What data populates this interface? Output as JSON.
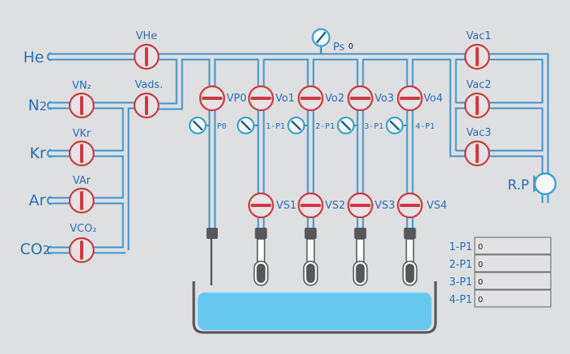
{
  "colors": {
    "pipe": "#3c93c9",
    "valve": "#d2373a",
    "text": "#2a6fb3",
    "liquid": "#66c7ef",
    "background": "#dedfe1"
  },
  "gases": [
    {
      "id": "he",
      "label": "He",
      "valve": "VHe",
      "state": "open"
    },
    {
      "id": "n2",
      "label": "N2",
      "valve": "VN₂",
      "state": "open"
    },
    {
      "id": "kr",
      "label": "Kr",
      "valve": "VKr",
      "state": "open"
    },
    {
      "id": "ar",
      "label": "Ar",
      "valve": "VAr",
      "state": "open"
    },
    {
      "id": "co2",
      "label": "CO2",
      "valve": "VCO₂",
      "state": "open"
    }
  ],
  "vads": {
    "label": "Vads.",
    "state": "open"
  },
  "ps_gauge": {
    "label": "Ps",
    "value": "0"
  },
  "branch_valves": [
    {
      "label": "VP0",
      "state": "closed"
    },
    {
      "label": "Vo1",
      "state": "closed"
    },
    {
      "label": "Vo2",
      "state": "closed"
    },
    {
      "label": "Vo3",
      "state": "closed"
    },
    {
      "label": "Vo4",
      "state": "closed"
    }
  ],
  "branch_gauges": [
    {
      "label": "P0"
    },
    {
      "label": "1-P1"
    },
    {
      "label": "2-P1"
    },
    {
      "label": "3-P1"
    },
    {
      "label": "4-P1"
    }
  ],
  "sample_valves": [
    {
      "label": "VS1",
      "state": "closed"
    },
    {
      "label": "VS2",
      "state": "closed"
    },
    {
      "label": "VS3",
      "state": "closed"
    },
    {
      "label": "VS4",
      "state": "closed"
    }
  ],
  "vacuum_valves": [
    {
      "label": "Vac1",
      "state": "open"
    },
    {
      "label": "Vac2",
      "state": "open"
    },
    {
      "label": "Vac3",
      "state": "open"
    }
  ],
  "pump": {
    "label": "R.P"
  },
  "readouts": [
    {
      "label": "1-P1",
      "value": "0"
    },
    {
      "label": "2-P1",
      "value": "0"
    },
    {
      "label": "3-P1",
      "value": "0"
    },
    {
      "label": "4-P1",
      "value": "0"
    }
  ]
}
